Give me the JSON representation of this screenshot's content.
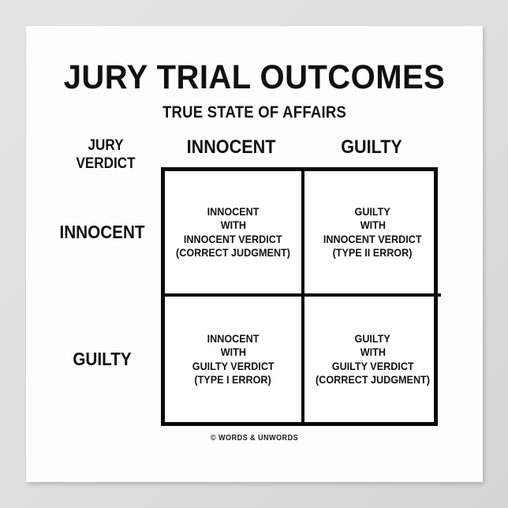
{
  "poster": {
    "title": "JURY TRIAL OUTCOMES",
    "subtitle": "TRUE STATE OF AFFAIRS",
    "credit": "© WORDS & UNWORDS",
    "background_color": "#e2e2e2",
    "sheet_color": "#fdfdfd",
    "ink_color": "#111111"
  },
  "axes": {
    "row_axis_label_line1": "JURY",
    "row_axis_label_line2": "VERDICT",
    "column_headers": [
      "INNOCENT",
      "GUILTY"
    ],
    "row_headers": [
      "INNOCENT",
      "GUILTY"
    ]
  },
  "matrix": {
    "cells": [
      {
        "position": "top-left",
        "true_state": "INNOCENT",
        "verdict": "INNOCENT VERDICT",
        "line1": "INNOCENT",
        "line2": "WITH",
        "line3": "INNOCENT VERDICT",
        "line4": "(CORRECT JUDGMENT)"
      },
      {
        "position": "top-right",
        "true_state": "GUILTY",
        "verdict": "INNOCENT VERDICT",
        "line1": "GUILTY",
        "line2": "WITH",
        "line3": "INNOCENT VERDICT",
        "line4": "(TYPE II ERROR)"
      },
      {
        "position": "bottom-left",
        "true_state": "INNOCENT",
        "verdict": "GUILTY VERDICT",
        "line1": "INNOCENT",
        "line2": "WITH",
        "line3": "GUILTY VERDICT",
        "line4": "(TYPE I ERROR)"
      },
      {
        "position": "bottom-right",
        "true_state": "GUILTY",
        "verdict": "GUILTY VERDICT",
        "line1": "GUILTY",
        "line2": "WITH",
        "line3": "GUILTY VERDICT",
        "line4": "(CORRECT JUDGMENT)"
      }
    ]
  }
}
